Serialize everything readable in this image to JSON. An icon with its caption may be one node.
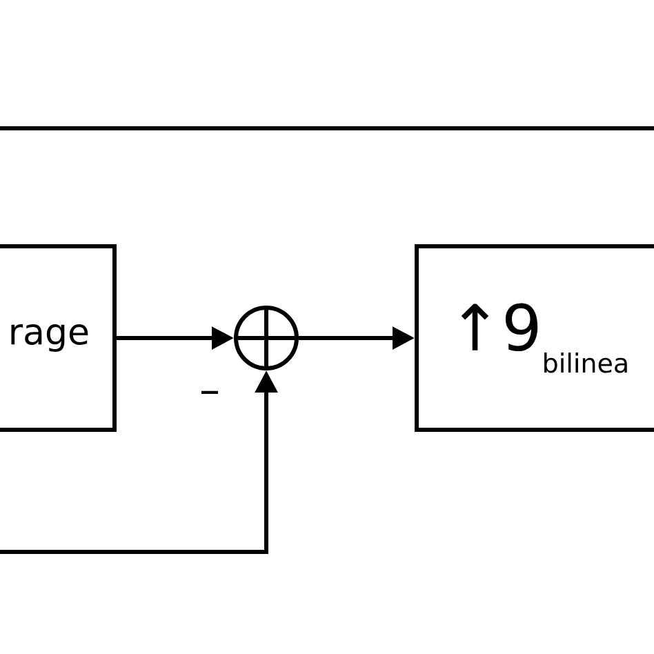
{
  "diagram": {
    "nodes": [
      {
        "text": [
          "rage"
        ]
      },
      {
        "text": [],
        "shape": "circle"
      },
      {
        "text": [
          "↑9",
          "bilinea"
        ]
      }
    ],
    "edges": [
      {
        "from": 0,
        "to": 1,
        "arrow": "to"
      },
      {
        "from": 1,
        "to": 2,
        "arrow": "to"
      },
      {
        "from": null,
        "to": 1,
        "arrow": "to",
        "label": "–"
      }
    ]
  }
}
